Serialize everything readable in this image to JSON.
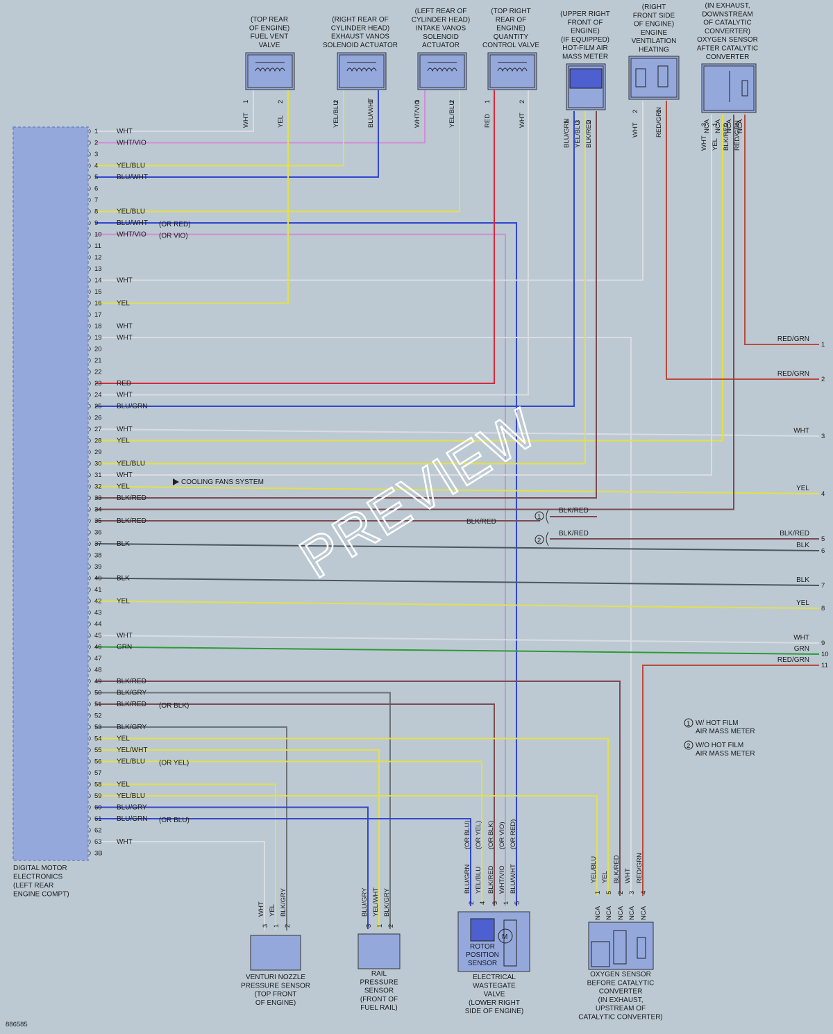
{
  "diagram_id": "886585",
  "ecm": {
    "label_lines": [
      "DIGITAL MOTOR",
      "ELECTRONICS",
      "(LEFT REAR",
      "ENGINE COMPT)"
    ],
    "terminals": [
      "1",
      "2",
      "3",
      "4",
      "5",
      "6",
      "7",
      "8",
      "9",
      "10",
      "11",
      "12",
      "13",
      "14",
      "15",
      "16",
      "17",
      "18",
      "19",
      "20",
      "21",
      "22",
      "23",
      "24",
      "25",
      "26",
      "27",
      "28",
      "29",
      "30",
      "31",
      "32",
      "33",
      "34",
      "35",
      "36",
      "37",
      "38",
      "39",
      "40",
      "41",
      "42",
      "43",
      "44",
      "45",
      "46",
      "47",
      "48",
      "49",
      "50",
      "51",
      "52",
      "53",
      "54",
      "55",
      "56",
      "57",
      "58",
      "59",
      "60",
      "61",
      "62",
      "63",
      "3B"
    ],
    "wire_labels": [
      {
        "pin": 1,
        "text": "WHT"
      },
      {
        "pin": 2,
        "text": "WHT/VIO"
      },
      {
        "pin": 4,
        "text": "YEL/BLU"
      },
      {
        "pin": 5,
        "text": "BLU/WHT"
      },
      {
        "pin": 8,
        "text": "YEL/BLU"
      },
      {
        "pin": 9,
        "text": "BLU/WHT",
        "alt": "(OR RED)"
      },
      {
        "pin": 10,
        "text": "WHT/VIO",
        "alt": "(OR VIO)"
      },
      {
        "pin": 14,
        "text": "WHT"
      },
      {
        "pin": 16,
        "text": "YEL"
      },
      {
        "pin": 18,
        "text": "WHT"
      },
      {
        "pin": 19,
        "text": "WHT"
      },
      {
        "pin": 23,
        "text": "RED"
      },
      {
        "pin": 24,
        "text": "WHT"
      },
      {
        "pin": 25,
        "text": "BLU/GRN"
      },
      {
        "pin": 27,
        "text": "WHT"
      },
      {
        "pin": 28,
        "text": "YEL"
      },
      {
        "pin": 30,
        "text": "YEL/BLU"
      },
      {
        "pin": 31,
        "text": "WHT"
      },
      {
        "pin": 32,
        "text": "YEL"
      },
      {
        "pin": 33,
        "text": "BLK/RED"
      },
      {
        "pin": 35,
        "text": "BLK/RED"
      },
      {
        "pin": 37,
        "text": "BLK"
      },
      {
        "pin": 40,
        "text": "BLK"
      },
      {
        "pin": 42,
        "text": "YEL"
      },
      {
        "pin": 45,
        "text": "WHT"
      },
      {
        "pin": 46,
        "text": "GRN"
      },
      {
        "pin": 49,
        "text": "BLK/RED"
      },
      {
        "pin": 50,
        "text": "BLK/GRY"
      },
      {
        "pin": 51,
        "text": "BLK/RED",
        "alt": "(OR BLK)"
      },
      {
        "pin": 53,
        "text": "BLK/GRY"
      },
      {
        "pin": 54,
        "text": "YEL"
      },
      {
        "pin": 55,
        "text": "YEL/WHT"
      },
      {
        "pin": 56,
        "text": "YEL/BLU",
        "alt": "(OR YEL)"
      },
      {
        "pin": 58,
        "text": "YEL"
      },
      {
        "pin": 59,
        "text": "YEL/BLU"
      },
      {
        "pin": 60,
        "text": "BLU/GRY"
      },
      {
        "pin": 61,
        "text": "BLU/GRN",
        "alt": "(OR BLU)"
      },
      {
        "pin": 63,
        "text": "WHT"
      }
    ],
    "cooling_fans_label": "COOLING FANS SYSTEM"
  },
  "top_components": [
    {
      "label_lines": [
        "(TOP REAR",
        "OF ENGINE)",
        "FUEL VENT",
        "VALVE"
      ],
      "pins": [
        {
          "n": "1",
          "wire": "WHT"
        },
        {
          "n": "2",
          "wire": "YEL"
        }
      ]
    },
    {
      "label_lines": [
        "(RIGHT REAR OF",
        "CYLINDER HEAD)",
        "EXHAUST VANOS",
        "SOLENOID ACTUATOR"
      ],
      "pins": [
        {
          "n": "2",
          "wire": "YEL/BLU"
        },
        {
          "n": "1",
          "wire": "BLU/WHT"
        }
      ]
    },
    {
      "label_lines": [
        "(LEFT REAR OF",
        "CYLINDER HEAD)",
        "INTAKE VANOS",
        "SOLENOID",
        "ACTUATOR"
      ],
      "pins": [
        {
          "n": "1",
          "wire": "WHT/VIO"
        },
        {
          "n": "2",
          "wire": "YEL/BLU"
        }
      ]
    },
    {
      "label_lines": [
        "(TOP RIGHT",
        "REAR OF",
        "ENGINE)",
        "QUANTITY",
        "CONTROL VALVE"
      ],
      "pins": [
        {
          "n": "1",
          "wire": "RED"
        },
        {
          "n": "2",
          "wire": "WHT"
        }
      ]
    },
    {
      "label_lines": [
        "(UPPER RIGHT",
        "FRONT OF",
        "ENGINE)",
        "(IF EQUIPPED)",
        "HOT-FILM AIR",
        "MASS METER"
      ],
      "pins": [
        {
          "n": "1",
          "wire": "BLU/GRN"
        },
        {
          "n": "3",
          "wire": "YEL/BLU"
        },
        {
          "n": "2",
          "wire": "BLK/RED"
        }
      ]
    },
    {
      "label_lines": [
        "(RIGHT",
        "FRONT SIDE",
        "OF ENGINE)",
        "ENGINE",
        "VENTILATION",
        "HEATING"
      ],
      "pins": [
        {
          "n": "2",
          "wire": "WHT"
        },
        {
          "n": "1",
          "wire": "RED/GRN"
        }
      ]
    },
    {
      "label_lines": [
        "(IN EXHAUST,",
        "DOWNSTREAM",
        "OF CATALYTIC",
        "CONVERTER)",
        "OXYGEN SENSOR",
        "AFTER CATALYTIC",
        "CONVERTER"
      ],
      "nca": [
        "NCA",
        "NCA",
        "NCA",
        "NCA"
      ],
      "pins": [
        {
          "n": "3",
          "wire": "WHT"
        },
        {
          "n": "1",
          "wire": "YEL"
        },
        {
          "n": "2",
          "wire": "BLK/RED"
        },
        {
          "n": "4",
          "wire": "RED/GRN"
        }
      ]
    }
  ],
  "bottom_components": [
    {
      "label_lines": [
        "VENTURI NOZZLE",
        "PRESSURE SENSOR",
        "(TOP FRONT",
        "OF ENGINE)"
      ],
      "pins": [
        {
          "n": "3",
          "wire": "WHT"
        },
        {
          "n": "1",
          "wire": "YEL"
        },
        {
          "n": "2",
          "wire": "BLK/GRY"
        }
      ]
    },
    {
      "label_lines": [
        "RAIL",
        "PRESSURE",
        "SENSOR",
        "(FRONT OF",
        "FUEL RAIL)"
      ],
      "pins": [
        {
          "n": "3",
          "wire": "BLU/GRY"
        },
        {
          "n": "1",
          "wire": "YEL/WHT"
        },
        {
          "n": "2",
          "wire": "BLK/GRY"
        }
      ]
    },
    {
      "label_lines": [
        "ELECTRICAL",
        "WASTEGATE",
        "VALVE",
        "(LOWER RIGHT",
        "SIDE OF ENGINE)"
      ],
      "sensor_lines": [
        "ROTOR",
        "POSITION",
        "SENSOR"
      ],
      "motor": "M",
      "pins": [
        {
          "n": "2",
          "wire": "BLU/GRN",
          "alt": "(OR BLU)"
        },
        {
          "n": "4",
          "wire": "YEL/BLU",
          "alt": "(OR YEL)"
        },
        {
          "n": "3",
          "wire": "BLK/RED",
          "alt": "(OR BLK)"
        },
        {
          "n": "1",
          "wire": "WHT/VIO",
          "alt": "(OR VIO)"
        },
        {
          "n": "5",
          "wire": "BLU/WHT",
          "alt": "(OR RED)"
        }
      ]
    },
    {
      "label_lines": [
        "OXYGEN SENSOR",
        "BEFORE CATALYTIC",
        "CONVERTER",
        "(IN EXHAUST,",
        "UPSTREAM OF",
        "CATALYTIC CONVERTER)"
      ],
      "nca": [
        "NCA",
        "NCA",
        "NCA",
        "NCA",
        "NCA"
      ],
      "pins": [
        {
          "n": "1",
          "wire": "YEL/BLU"
        },
        {
          "n": "5",
          "wire": "YEL"
        },
        {
          "n": "2",
          "wire": "BLK/RED"
        },
        {
          "n": "3",
          "wire": "WHT"
        },
        {
          "n": "4",
          "wire": "RED/GRN"
        }
      ]
    }
  ],
  "right_connector": [
    {
      "n": "1",
      "wire": "RED/GRN"
    },
    {
      "n": "2",
      "wire": "RED/GRN"
    },
    {
      "n": "3",
      "wire": "WHT"
    },
    {
      "n": "4",
      "wire": "YEL"
    },
    {
      "n": "5",
      "wire": "BLK/RED"
    },
    {
      "n": "6",
      "wire": "BLK"
    },
    {
      "n": "7",
      "wire": "BLK"
    },
    {
      "n": "8",
      "wire": "YEL"
    },
    {
      "n": "9",
      "wire": "WHT"
    },
    {
      "n": "10",
      "wire": "GRN"
    },
    {
      "n": "11",
      "wire": "RED/GRN"
    }
  ],
  "splice": {
    "wire_35": "BLK/RED",
    "branch_1": "BLK/RED",
    "branch_2": "BLK/RED",
    "mark_1": "1",
    "mark_2": "2"
  },
  "legend": [
    {
      "mark": "1",
      "lines": [
        "W/ HOT FILM",
        "AIR MASS METER"
      ]
    },
    {
      "mark": "2",
      "lines": [
        "W/O HOT FILM",
        "AIR MASS METER"
      ]
    }
  ],
  "watermark": "PREVIEW",
  "colors": {
    "WHT": "#d9dde2",
    "YEL": "#e3e04a",
    "BLU": "#3146cf",
    "RED": "#d8273a",
    "VIO": "#cf8fd6",
    "GRN": "#2e9a35",
    "BLK": "#4d555d",
    "REDGRN": "#b94a3b",
    "BLKRED": "#7a4b52",
    "BLKGRY": "#6c7379",
    "ECM": "#94a8dc"
  }
}
